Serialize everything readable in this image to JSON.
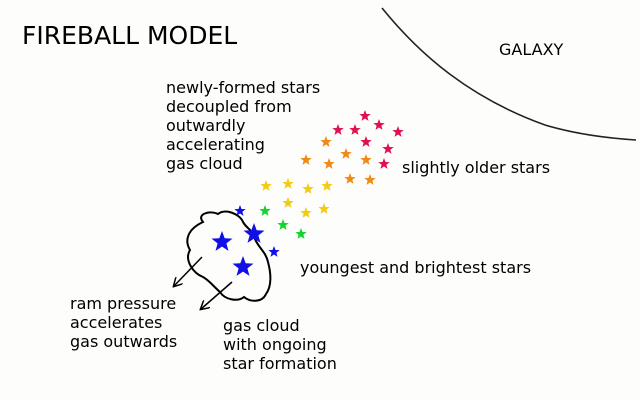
{
  "title": "FIREBALL MODEL",
  "labels": {
    "galaxy": "GALAXY",
    "newly_formed": "newly-formed stars\ndecoupled from\noutwardly\naccelerating\ngas cloud",
    "slightly_older": "slightly older stars",
    "youngest": "youngest and brightest stars",
    "ram_pressure": "ram pressure\naccelerates\ngas outwards",
    "gas_cloud": "gas cloud\nwith ongoing\nstar formation"
  },
  "colors": {
    "oldest_stars": "#e0114f",
    "older_stars": "#f08a16",
    "middle_stars": "#f2cc12",
    "young_stars": "#12d42c",
    "youngest_stars": "#1010e6",
    "outline": "#000000",
    "background": "#fdfdfb"
  },
  "star_groups": [
    "oldest",
    "older",
    "middle",
    "young",
    "youngest"
  ]
}
